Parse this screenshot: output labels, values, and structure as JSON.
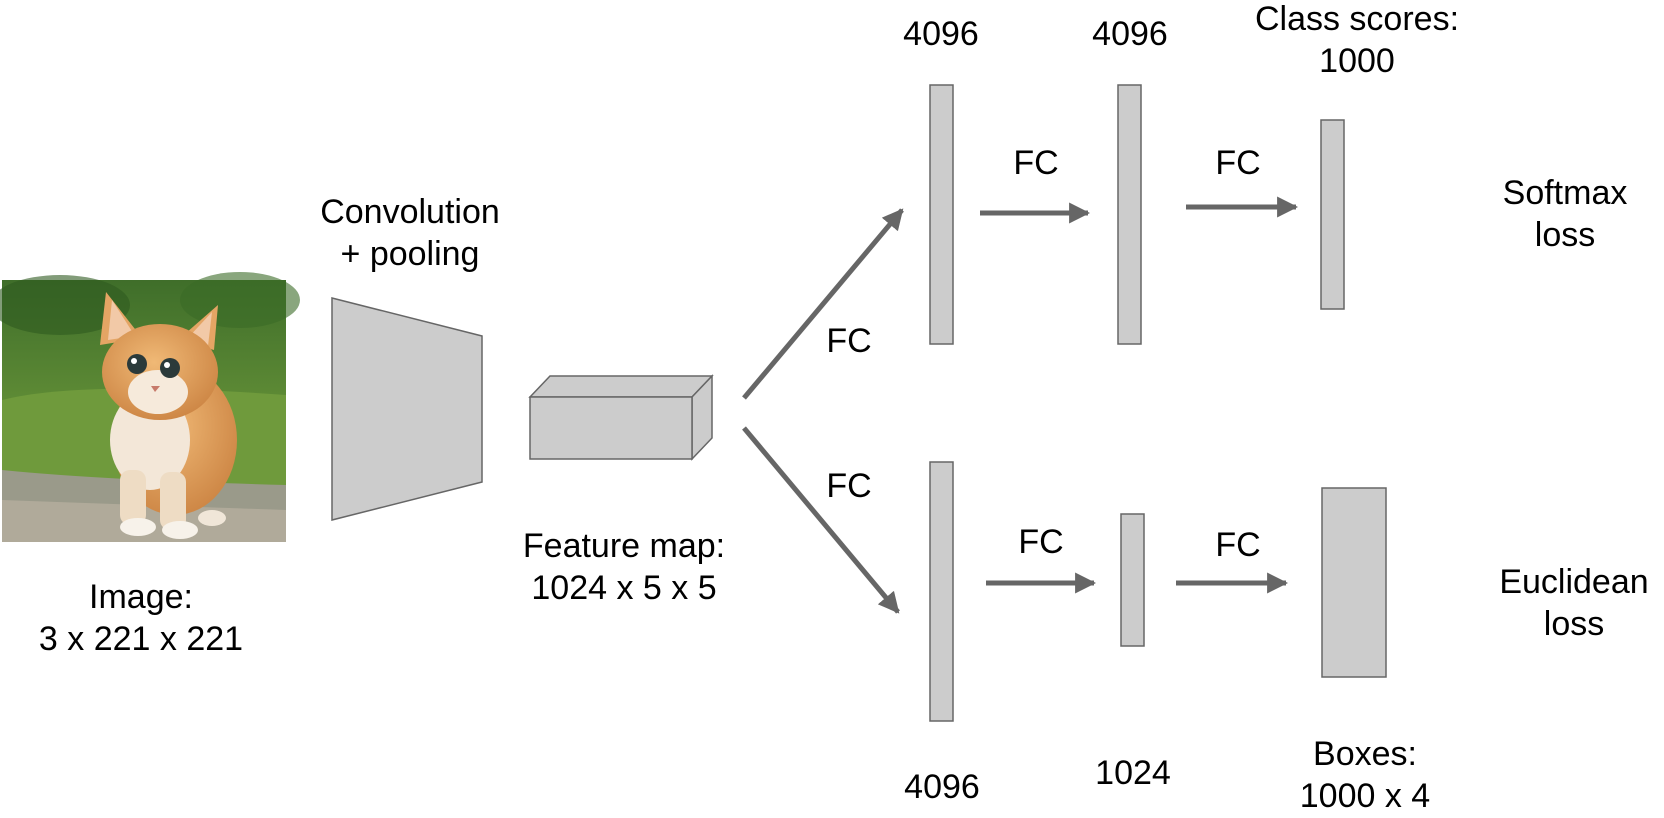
{
  "colors": {
    "shape_fill": "#cccccc",
    "shape_stroke": "#666666",
    "arrow": "#666666",
    "text": "#000000"
  },
  "input": {
    "image_icon": "kitten-photo",
    "label_line1": "Image:",
    "label_line2": "3 x 221 x 221"
  },
  "conv": {
    "label_line1": "Convolution",
    "label_line2": "+ pooling"
  },
  "feature_map": {
    "label_line1": "Feature map:",
    "label_line2": "1024 x 5 x 5"
  },
  "top_branch": {
    "fc_in": "FC",
    "layer1_size": "4096",
    "fc_mid": "FC",
    "layer2_size": "4096",
    "fc_out": "FC",
    "output_line1": "Class scores:",
    "output_line2": "1000",
    "loss_line1": "Softmax",
    "loss_line2": "loss"
  },
  "bottom_branch": {
    "fc_in": "FC",
    "layer1_size": "4096",
    "fc_mid": "FC",
    "layer2_size": "1024",
    "fc_out": "FC",
    "output_line1": "Boxes:",
    "output_line2": "1000 x 4",
    "loss_line1": "Euclidean",
    "loss_line2": "loss"
  }
}
